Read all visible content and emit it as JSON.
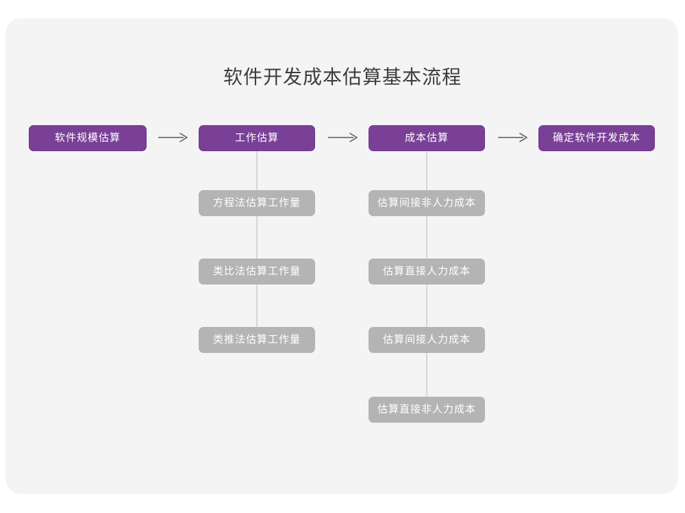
{
  "page": {
    "title": "软件开发成本估算基本流程",
    "background_color": "#ffffff",
    "card_color": "#f4f4f5",
    "accent_color": "#7a4097",
    "muted_color": "#b4b4b4",
    "connector_color": "#d6d6d6",
    "title_color": "#3d3d3d"
  },
  "flow": {
    "stages": [
      {
        "label": "软件规模估算",
        "children": []
      },
      {
        "label": "工作估算",
        "children": [
          {
            "label": "方程法估算工作量"
          },
          {
            "label": "类比法估算工作量"
          },
          {
            "label": "类推法估算工作量"
          }
        ]
      },
      {
        "label": "成本估算",
        "children": [
          {
            "label": "估算间接非人力成本"
          },
          {
            "label": "估算直接人力成本"
          },
          {
            "label": "估算间接人力成本"
          },
          {
            "label": "估算直接非人力成本"
          }
        ]
      },
      {
        "label": "确定软件开发成本",
        "children": []
      }
    ],
    "connectors": [
      {
        "type": "arrow-right",
        "from": "软件规模估算",
        "to": "工作估算"
      },
      {
        "type": "arrow-right",
        "from": "工作估算",
        "to": "成本估算"
      },
      {
        "type": "arrow-right",
        "from": "成本估算",
        "to": "确定软件开发成本"
      },
      {
        "type": "line-vertical",
        "from": "工作估算"
      },
      {
        "type": "line-vertical",
        "from": "成本估算"
      }
    ]
  }
}
